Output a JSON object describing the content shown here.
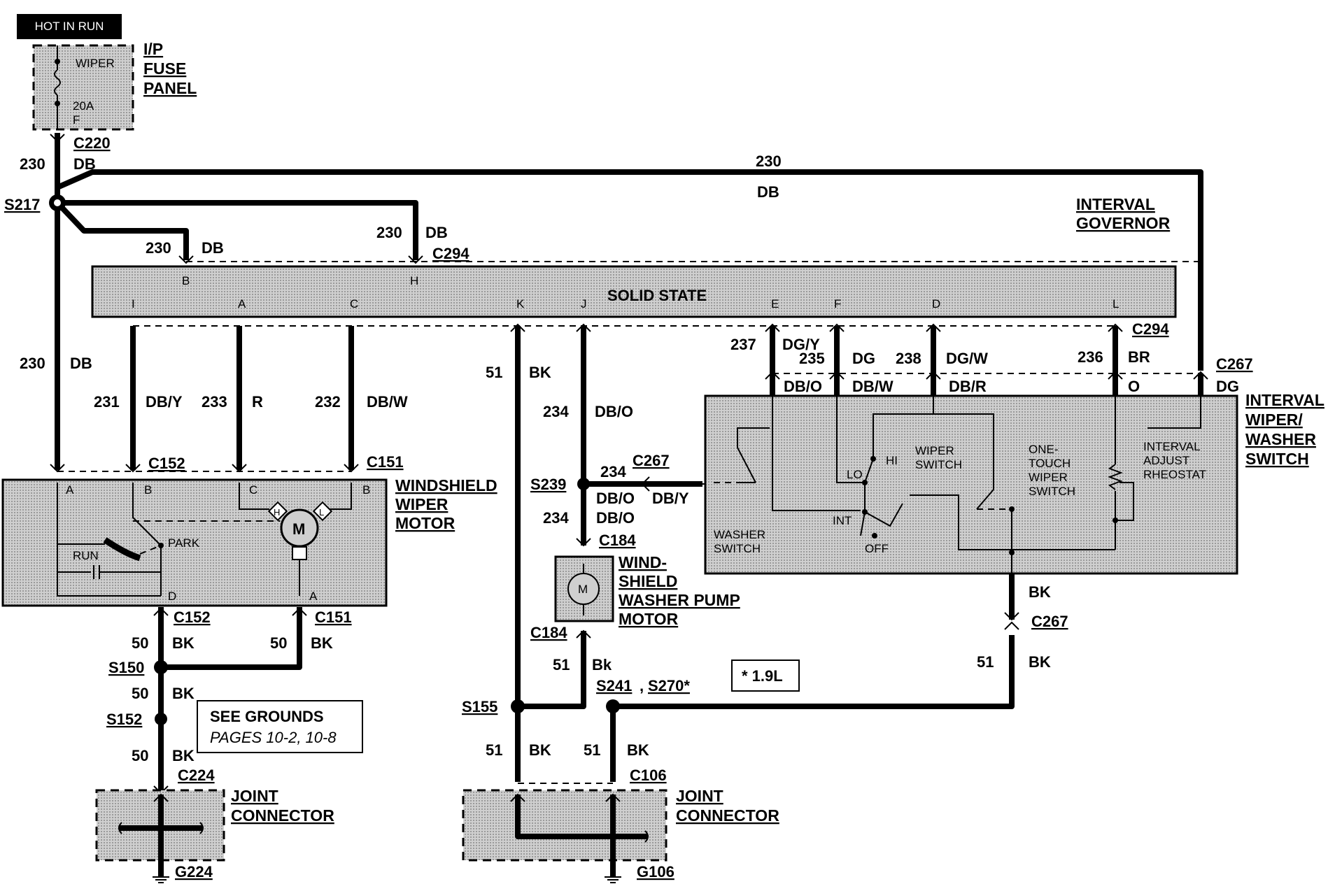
{
  "hot_in_run": "HOT IN RUN",
  "fuse": {
    "name": "WIPER",
    "rating": "20A",
    "id": "F",
    "panel_l1": "I/P",
    "panel_l2": "FUSE",
    "panel_l3": "PANEL"
  },
  "connectors": {
    "c220": "C220",
    "c294": "C294",
    "c152": "C152",
    "c151": "C151",
    "c267": "C267",
    "c184": "C184",
    "c224": "C224",
    "c106": "C106"
  },
  "splices": {
    "s217": "S217",
    "s239": "S239",
    "s150": "S150",
    "s152": "S152",
    "s155": "S155",
    "s241": "S241",
    "comma": ",",
    "s270": "S270*"
  },
  "grounds": {
    "g224": "G224",
    "g106": "G106"
  },
  "circuits": {
    "c230": "230",
    "c231": "231",
    "c233": "233",
    "c232": "232",
    "c51": "51",
    "c234": "234",
    "c237": "237",
    "c235": "235",
    "c238": "238",
    "c236": "236",
    "c50": "50"
  },
  "colors": {
    "db": "DB",
    "dby": "DB/Y",
    "r": "R",
    "dbw": "DB/W",
    "bk": "BK",
    "dbo": "DB/O",
    "dgy": "DG/Y",
    "dg": "DG",
    "dgw": "DG/W",
    "br": "BR",
    "dbr": "DB/R",
    "o": "O",
    "bkp": "Bk"
  },
  "governor": {
    "title_l1": "INTERVAL",
    "title_l2": "GOVERNOR",
    "module": "SOLID STATE",
    "pins": [
      "B",
      "H",
      "I",
      "A",
      "C",
      "K",
      "J",
      "E",
      "F",
      "D",
      "L"
    ]
  },
  "switch": {
    "title_l1": "INTERVAL",
    "title_l2": "WIPER/",
    "title_l3": "WASHER",
    "title_l4": "SWITCH",
    "washer_l1": "WASHER",
    "washer_l2": "SWITCH",
    "wiper_l1": "WIPER",
    "wiper_l2": "SWITCH",
    "onetouch_l1": "ONE-",
    "onetouch_l2": "TOUCH",
    "onetouch_l3": "WIPER",
    "onetouch_l4": "SWITCH",
    "rheo_l1": "INTERVAL",
    "rheo_l2": "ADJUST",
    "rheo_l3": "RHEOSTAT",
    "hi": "HI",
    "lo": "LO",
    "int": "INT",
    "off": "OFF"
  },
  "wiper_motor": {
    "title_l1": "WINDSHIELD",
    "title_l2": "WIPER",
    "title_l3": "MOTOR",
    "run": "RUN",
    "park": "PARK",
    "m": "M",
    "h": "H",
    "l": "L",
    "pins": [
      "A",
      "B",
      "C",
      "B",
      "D",
      "C",
      "A"
    ]
  },
  "pump": {
    "title_l1": "WIND-",
    "title_l2": "SHIELD",
    "title_l3": "WASHER PUMP",
    "title_l4": "MOTOR",
    "m": "M"
  },
  "grounds_note": {
    "title": "SEE GROUNDS",
    "pages": "PAGES 10-2, 10-8"
  },
  "note_19": "* 1.9L",
  "joint": {
    "l1": "JOINT",
    "l2": "CONNECTOR"
  }
}
